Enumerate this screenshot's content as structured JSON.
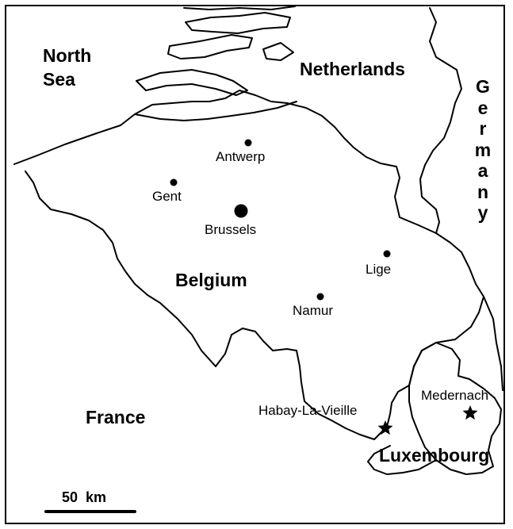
{
  "regions": {
    "north_sea_line1": "North",
    "north_sea_line2": "Sea",
    "netherlands": "Netherlands",
    "germany_letters": [
      "G",
      "e",
      "r",
      "m",
      "a",
      "n",
      "y"
    ],
    "belgium": "Belgium",
    "france": "France",
    "luxembourg": "Luxembourg"
  },
  "cities": {
    "antwerp": "Antwerp",
    "gent": "Gent",
    "brussels": "Brussels",
    "lige": "Lige",
    "namur": "Namur",
    "medernach": "Medernach",
    "habay": "Habay-La-Vieille"
  },
  "scale_bar": {
    "label": "50  km"
  },
  "colors": {
    "ink": "#000000",
    "background": "#ffffff"
  }
}
